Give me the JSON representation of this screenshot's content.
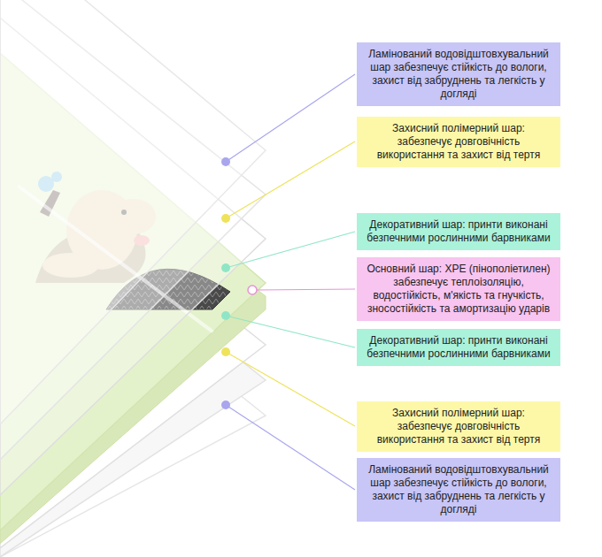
{
  "diagram": {
    "nodes": [
      {
        "text": [
          "Ламінований водовідштовхувальний шар забезпечує стійкість до вологи, захист від забруднень та легкість у догляді"
        ]
      },
      {
        "text": [
          "Захисний полімерний шар: забезпечує довговічність використання та захист від тертя"
        ]
      },
      {
        "text": [
          "Декоративний шар: принти виконані безпечними рослинними барвниками"
        ]
      },
      {
        "text": [
          "Основний шар: XPE (пінополіетилен) забезпечує теплоізоляцію, водостійкість, м'якість та гнучкість, зносостійкість та амортизацію ударів"
        ]
      },
      {
        "text": [
          "Декоративний шар: принти виконані безпечними рослинними барвниками"
        ]
      },
      {
        "text": [
          "Захисний полімерний шар: забезпечує довговічність використання та захист від тертя"
        ]
      },
      {
        "text": [
          "Ламінований водовідштовхувальний шар забезпечує стійкість до вологи, захист від забруднень та легкість у догляді"
        ]
      }
    ]
  }
}
